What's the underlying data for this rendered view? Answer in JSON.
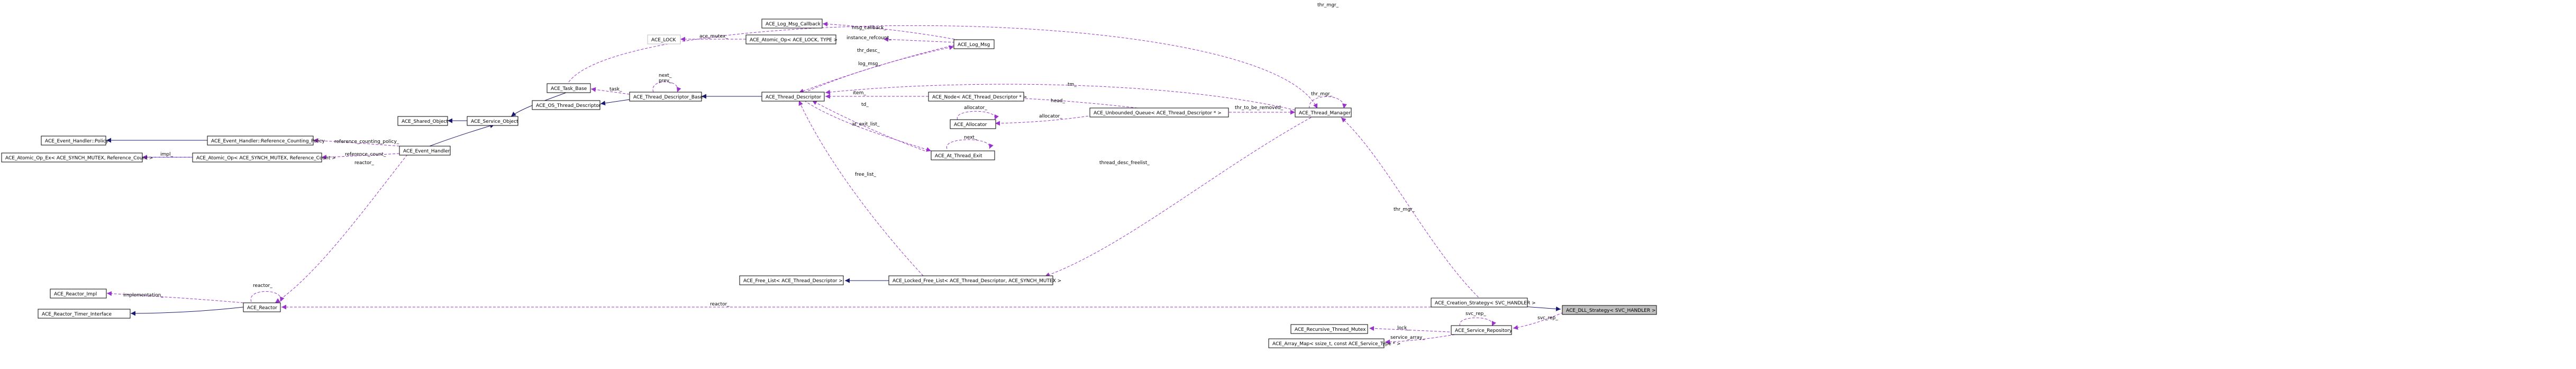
{
  "nodes": {
    "dll_strategy": "ACE_DLL_Strategy< SVC_HANDLER >",
    "creation_strategy": "ACE_Creation_Strategy< SVC_HANDLER >",
    "thread_manager": "ACE_Thread_Manager",
    "service_repository": "ACE_Service_Repository",
    "recursive_thread_mutex": "ACE_Recursive_Thread_Mutex",
    "array_map": "ACE_Array_Map< ssize_t, const ACE_Service_Type * >",
    "unbounded_queue": "ACE_Unbounded_Queue< ACE_Thread_Descriptor * >",
    "locked_free_list": "ACE_Locked_Free_List< ACE_Thread_Descriptor, ACE_SYNCH_MUTEX >",
    "free_list": "ACE_Free_List< ACE_Thread_Descriptor >",
    "at_thread_exit": "ACE_At_Thread_Exit",
    "allocator": "ACE_Allocator",
    "node_thread_descriptor": "ACE_Node< ACE_Thread_Descriptor * >",
    "thread_descriptor": "ACE_Thread_Descriptor",
    "thread_descriptor_base": "ACE_Thread_Descriptor_Base",
    "os_thread_descriptor": "ACE_OS_Thread_Descriptor",
    "task_base": "ACE_Task_Base",
    "service_object": "ACE_Service_Object",
    "shared_object": "ACE_Shared_Object",
    "event_handler": "ACE_Event_Handler",
    "reactor": "ACE_Reactor",
    "reactor_timer_interface": "ACE_Reactor_Timer_Interface",
    "reactor_impl": "ACE_Reactor_Impl",
    "event_handler_ref_policy": "ACE_Event_Handler::Reference_Counting_Policy",
    "event_handler_policy": "ACE_Event_Handler::Policy",
    "atomic_op_ex": "ACE_Atomic_Op_Ex< ACE_SYNCH_MUTEX, Reference_Count >",
    "atomic_op_lock": "ACE_Atomic_Op< ACE_SYNCH_MUTEX, Reference_Count >",
    "log_msg": "ACE_Log_Msg",
    "log_msg_callback": "ACE_Log_Msg_Callback",
    "atomic_op_lock_type": "ACE_Atomic_Op< ACE_LOCK, TYPE >",
    "ace_lock": "ACE_LOCK"
  },
  "edge_labels": {
    "thr_mgr_top": "thr_mgr_",
    "thr_mgr_creation": "thr_mgr_",
    "thr_mgr_self": "thr_mgr_",
    "svc_rep": "svc_rep_",
    "svc_rep_self": "svc_rep_",
    "lock": "lock_",
    "service_array": "service_array_",
    "reactor_long": "reactor_",
    "thr_to_be_removed": "thr_to_be_removed_",
    "head": "head_",
    "allocator_edge": "allocator_",
    "allocator_self": "allocator_",
    "thread_desc_freelist": "thread_desc_freelist_",
    "free_list": "free_list_",
    "at_exit_list": "at_exit_list_",
    "td": "td_",
    "next_self": "next_",
    "item": "item_",
    "tm": "tm_",
    "log_msg_edge": "log_msg_",
    "thr_desc": "thr_desc_",
    "msg_callback": "msg_callback_",
    "instance_refcount": "instance_refcount_",
    "ace_mutex": "ace_mutex_",
    "task": "task_",
    "next_prev": "next_",
    "prev": "prev_",
    "reference_counting_policy": "reference_counting_policy_",
    "reference_count": "reference_count_",
    "impl": "impl_",
    "reactor_short": "reactor_",
    "reactor_self": "reactor_",
    "implementation": "implementation_"
  },
  "colors": {
    "inheritance": "#191970",
    "usage": "#9a32cd",
    "focus_fill": "#bfbfbf",
    "external_border": "#bfbfbf"
  }
}
